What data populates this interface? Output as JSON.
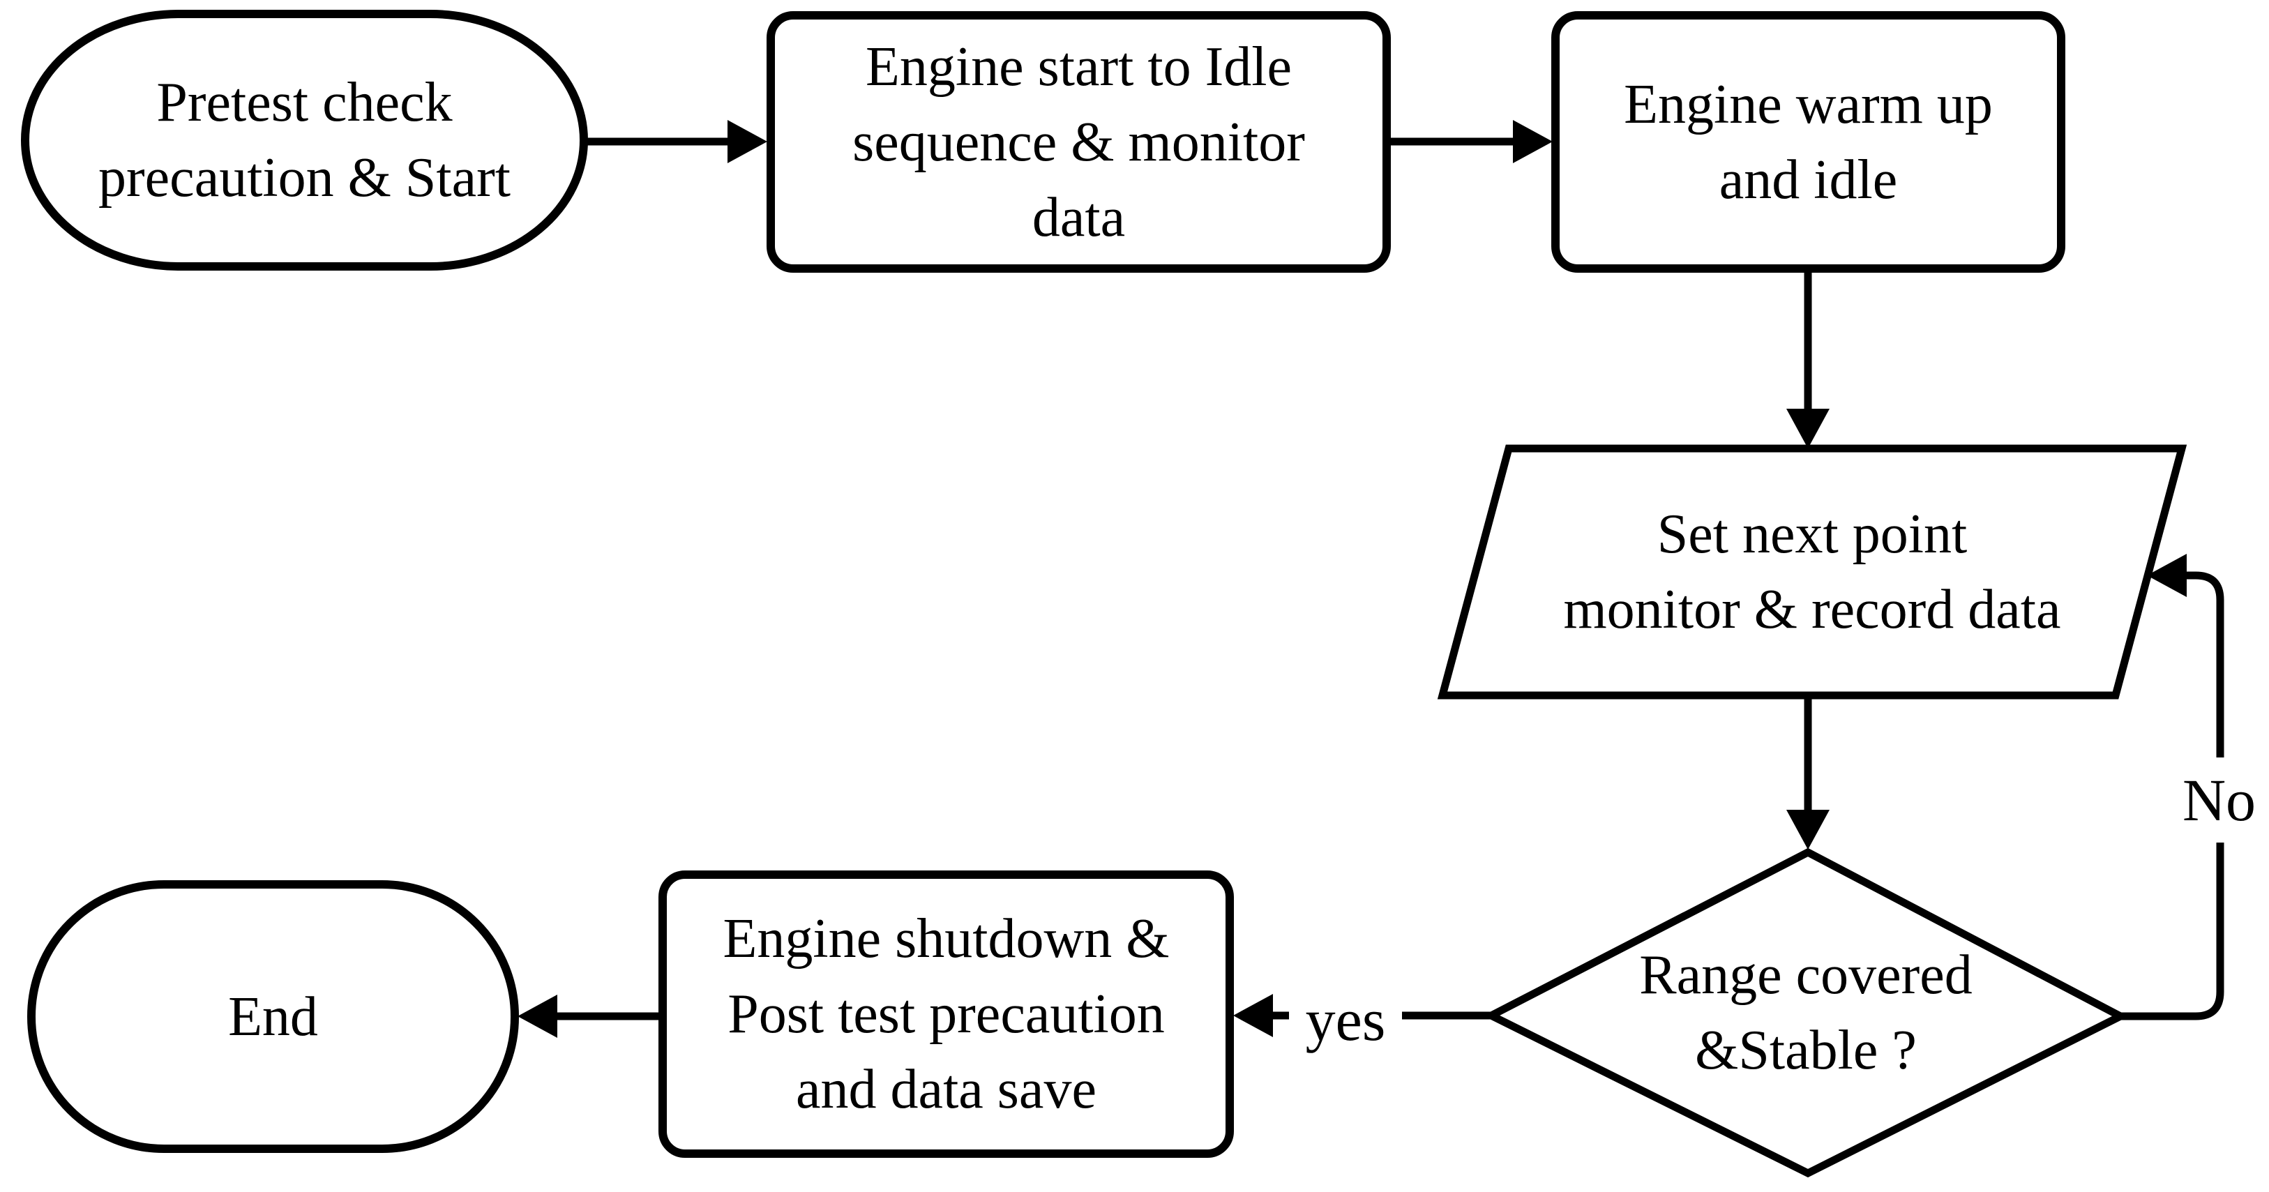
{
  "nodes": {
    "start": {
      "type": "terminator",
      "label": "Pretest check\nprecaution & Start"
    },
    "engine_start": {
      "type": "process",
      "label": "Engine start to Idle\nsequence & monitor\ndata"
    },
    "warm_up": {
      "type": "process",
      "label": "Engine warm up\nand idle"
    },
    "set_point": {
      "type": "input-output",
      "label": "Set next point\nmonitor & record data"
    },
    "decision": {
      "type": "decision",
      "label": "Range covered\n&Stable ?"
    },
    "shutdown": {
      "type": "process",
      "label": "Engine shutdown &\nPost test precaution\nand data save"
    },
    "end": {
      "type": "terminator",
      "label": "End"
    }
  },
  "edge_labels": {
    "yes": "yes",
    "no": "No"
  },
  "flow": [
    "start -> engine_start",
    "engine_start -> warm_up",
    "warm_up -> set_point",
    "set_point -> decision",
    "decision -yes-> shutdown",
    "decision -No-> set_point (loop back)",
    "shutdown -> end"
  ],
  "colors": {
    "stroke": "#000000",
    "fill": "#ffffff",
    "text": "#000000"
  }
}
